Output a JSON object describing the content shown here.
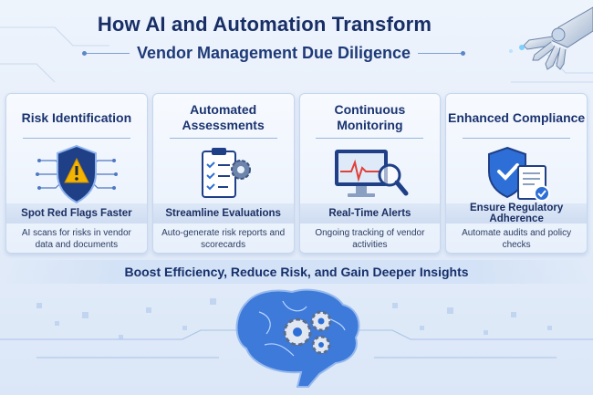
{
  "title": "How AI and Automation Transform",
  "subtitle": "Vendor Management Due Diligence",
  "cards": [
    {
      "heading": "Risk Identification",
      "icon": "shield-warning-icon",
      "band": "Spot Red Flags Faster",
      "desc": "AI scans for risks in vendor data and documents"
    },
    {
      "heading": "Automated Assessments",
      "icon": "clipboard-gear-icon",
      "band": "Streamline Evaluations",
      "desc": "Auto-generate risk reports and scorecards"
    },
    {
      "heading": "Continuous Monitoring",
      "icon": "monitor-magnifier-icon",
      "band": "Real-Time Alerts",
      "desc": "Ongoing tracking of vendor activities"
    },
    {
      "heading": "Enhanced Compliance",
      "icon": "shield-check-document-icon",
      "band": "Ensure Regulatory Adherence",
      "desc": "Automate audits and policy checks"
    }
  ],
  "tagline": "Boost Efficiency, Reduce Risk, and Gain Deeper Insights",
  "colors": {
    "navy": "#172e66",
    "accent_blue": "#2d6fd6",
    "warning": "#f5b400",
    "check": "#2d6fd6"
  }
}
